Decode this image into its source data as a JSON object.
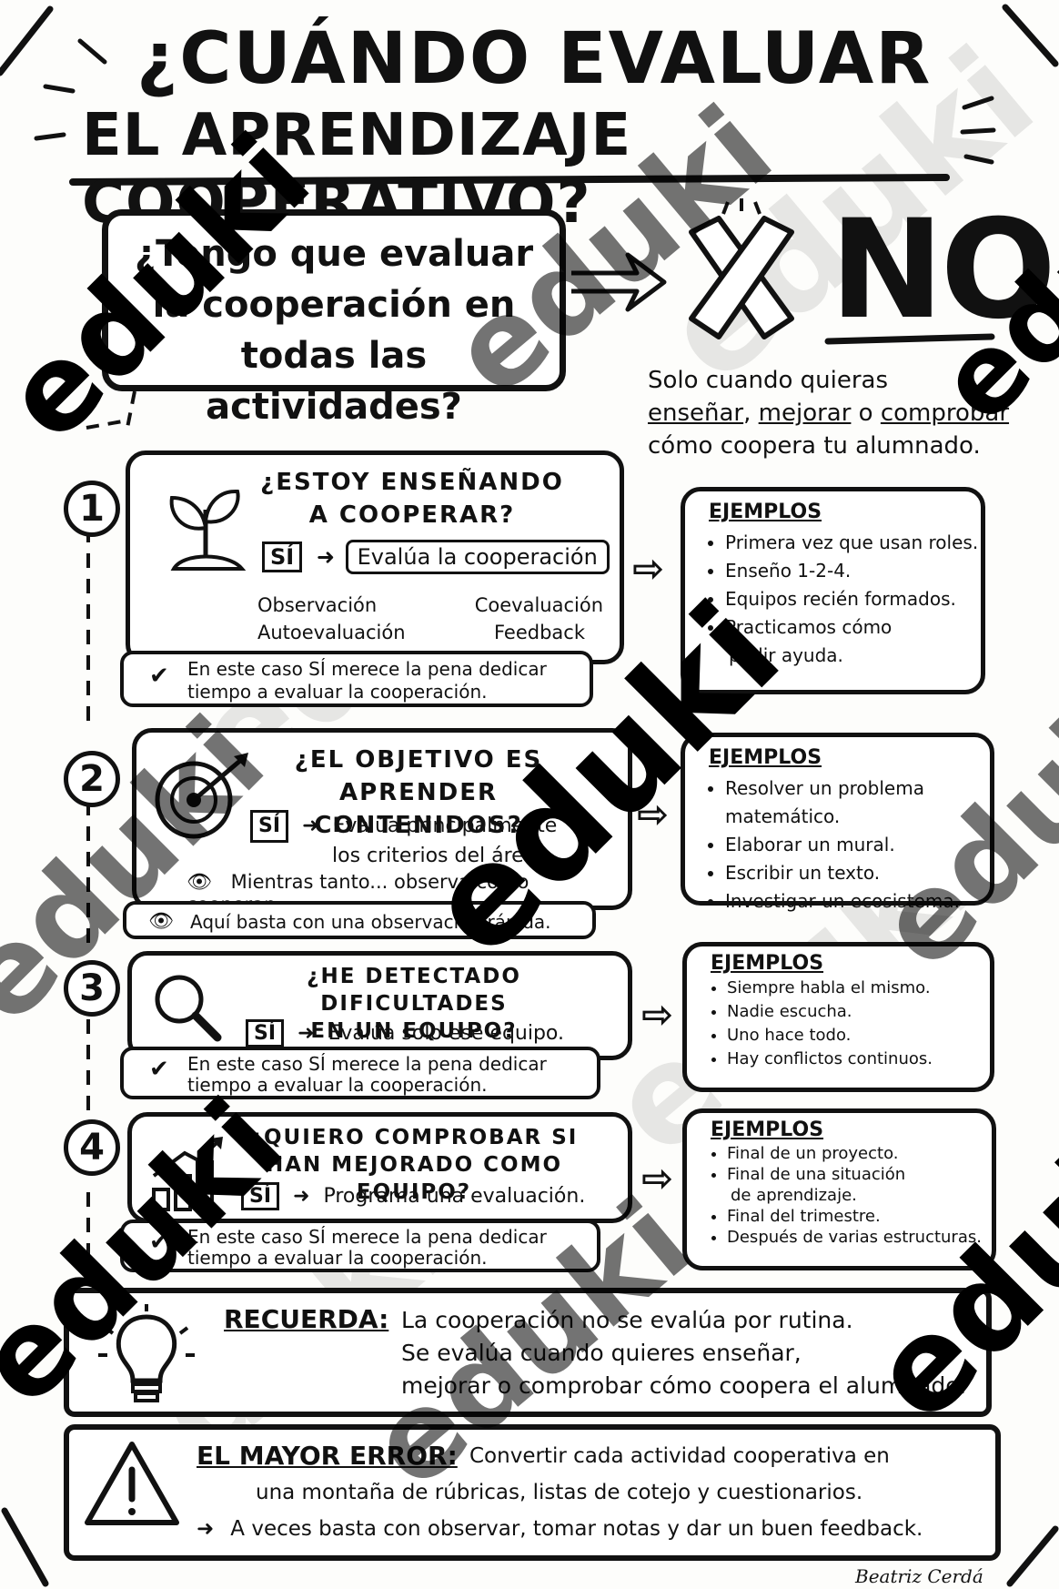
{
  "title": {
    "line1": "¿CUÁNDO EVALUAR",
    "line2": "EL APRENDIZAJE COOPERATIVO?"
  },
  "top_question": {
    "line1": "¿Tengo que evaluar",
    "line2": "la cooperación en",
    "line3": "todas las actividades?"
  },
  "answer": "NO",
  "answer_note": {
    "line1": "Solo cuando quieras",
    "w1": "enseñar",
    "sep1": ", ",
    "w2": "mejorar",
    "sep2": " o ",
    "w3": "comprobar",
    "line3": "cómo coopera tu alumnado."
  },
  "sections": [
    {
      "number": "1",
      "title_l1": "¿ESTOY ENSEÑANDO",
      "title_l2": "A COOPERAR?",
      "si": "SÍ",
      "action": "Evalúa la cooperación",
      "options": [
        "Observación",
        "Coevaluación",
        "Autoevaluación",
        "Feedback"
      ],
      "note_l1": "En este caso SÍ merece la pena dedicar",
      "note_l2": "tiempo a evaluar la cooperación.",
      "examples_title": "EJEMPLOS",
      "examples": [
        "Primera vez que usan roles.",
        "Enseño 1-2-4.",
        "Equipos recién formados.",
        "Practicamos cómo",
        "pedir ayuda."
      ]
    },
    {
      "number": "2",
      "title_l1": "¿EL OBJETIVO ES",
      "title_l2": "APRENDER CONTENIDOS?",
      "si": "SÍ",
      "action_l1": "Evalúa principalmente",
      "action_l2": "los criterios del área.",
      "meanwhile": "Mientras tanto... observa cómo cooperan.",
      "note": "Aquí basta con una observación rápida.",
      "examples_title": "EJEMPLOS",
      "examples": [
        "Resolver un problema matemático.",
        "Elaborar un mural.",
        "Escribir un texto.",
        "Investigar un ecosistema."
      ]
    },
    {
      "number": "3",
      "title_l1": "¿HE DETECTADO DIFICULTADES",
      "title_l2": "EN UN EQUIPO?",
      "si": "SÍ",
      "action": "Evalúa solo ese equipo.",
      "note_l1": "En este caso SÍ merece la pena dedicar",
      "note_l2": "tiempo a evaluar la cooperación.",
      "examples_title": "EJEMPLOS",
      "examples": [
        "Siempre habla el mismo.",
        "Nadie escucha.",
        "Uno hace todo.",
        "Hay conflictos continuos."
      ]
    },
    {
      "number": "4",
      "title_l1": "¿QUIERO COMPROBAR SI",
      "title_l2": "HAN MEJORADO COMO EQUIPO?",
      "si": "SÍ",
      "action": "Programa una evaluación.",
      "note_l1": "En este caso SÍ merece la pena dedicar",
      "note_l2": "tiempo a evaluar la cooperación.",
      "examples_title": "EJEMPLOS",
      "examples": [
        "Final de un proyecto.",
        "Final de una situación",
        "de aprendizaje.",
        "Final del trimestre.",
        "Después de varias estructuras."
      ]
    }
  ],
  "remember": {
    "label": "RECUERDA:",
    "line1": "La cooperación no se evalúa por rutina.",
    "line2": "Se evalúa cuando quieres enseñar,",
    "line3": "mejorar o comprobar cómo coopera el alumnado."
  },
  "error": {
    "label": "EL MAYOR ERROR:",
    "line1": "Convertir cada actividad cooperativa en",
    "line2": "una montaña de rúbricas, listas de cotejo y cuestionarios.",
    "line3": "A veces basta con observar, tomar notas y dar un buen feedback."
  },
  "author": "Beatriz Cerdá",
  "watermark": "eduki"
}
